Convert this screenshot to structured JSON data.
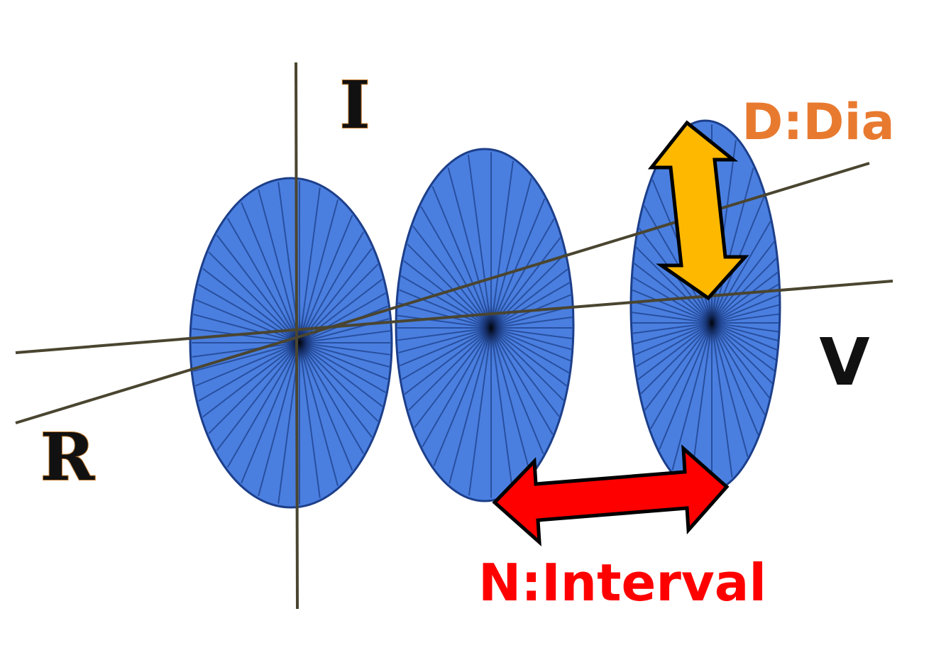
{
  "labels": {
    "axis_i": "I",
    "axis_r": "R",
    "axis_v": "V",
    "diameter": "D:Dia",
    "interval": "N:Interval"
  },
  "colors": {
    "disc_fill": "#4a7fe0",
    "disc_spoke": "#1d3f8a",
    "axis_line": "#4a4530",
    "diameter_arrow": "#ffb800",
    "diameter_text": "#e87a30",
    "interval_arrow": "#ff0000",
    "interval_text": "#ff0000",
    "axis_text": "#111111"
  },
  "disc_count": 3
}
